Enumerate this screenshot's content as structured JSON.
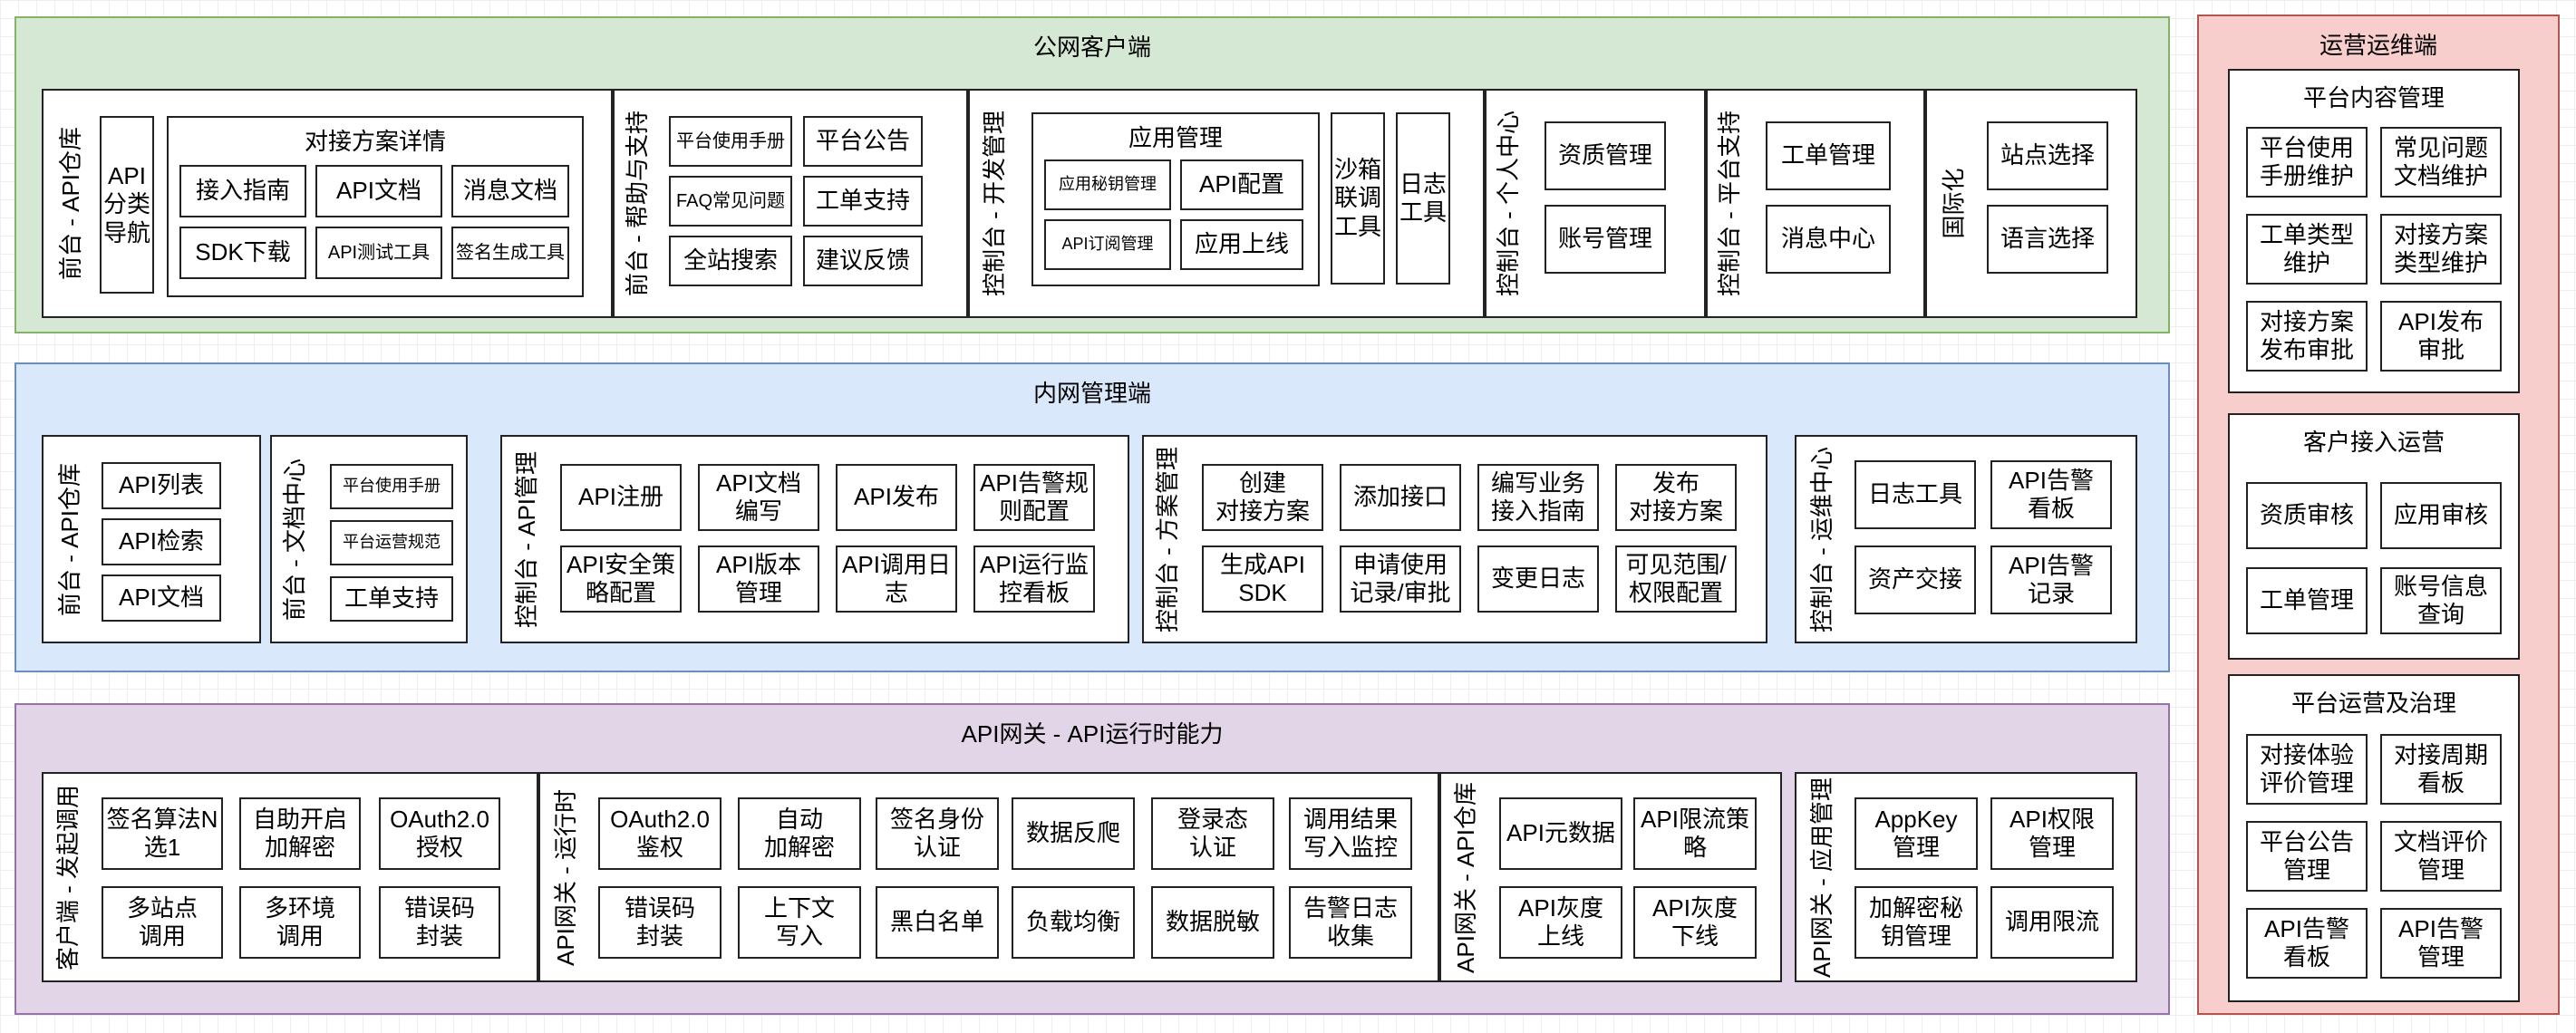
{
  "public": {
    "title": "公网客户端",
    "front_repo": {
      "label": "前台 - API仓库",
      "nav": "API\n分类\n导航",
      "detail_title": "对接方案详情",
      "row1": [
        "接入指南",
        "API文档",
        "消息文档"
      ],
      "row2": [
        "SDK下载",
        "API测试工具",
        "签名生成工具"
      ]
    },
    "front_help": {
      "label": "前台 - 帮助与支持",
      "items": [
        "平台使用手册",
        "平台公告",
        "FAQ常见问题",
        "工单支持",
        "全站搜索",
        "建议反馈"
      ]
    },
    "console_dev": {
      "label": "控制台 - 开发管理",
      "app_title": "应用管理",
      "app_items": [
        "应用秘钥管理",
        "API配置",
        "API订阅管理",
        "应用上线"
      ],
      "sandbox": "沙箱\n联调\n工具",
      "log": "日志\n工具"
    },
    "console_personal": {
      "label": "控制台 - 个人中心",
      "items": [
        "资质管理",
        "账号管理"
      ]
    },
    "console_support": {
      "label": "控制台 - 平台支持",
      "items": [
        "工单管理",
        "消息中心"
      ]
    },
    "intl": {
      "label": "国际化",
      "items": [
        "站点选择",
        "语言选择"
      ]
    }
  },
  "intranet": {
    "title": "内网管理端",
    "front_repo": {
      "label": "前台 - API仓库",
      "items": [
        "API列表",
        "API检索",
        "API文档"
      ]
    },
    "front_doc": {
      "label": "前台 - 文档中心",
      "items": [
        "平台使用手册",
        "平台运营规范",
        "工单支持"
      ]
    },
    "console_api": {
      "label": "控制台 - API管理",
      "items": [
        "API注册",
        "API文档\n编写",
        "API发布",
        "API告警规\n则配置",
        "API安全策\n略配置",
        "API版本\n管理",
        "API调用日\n志",
        "API运行监\n控看板"
      ]
    },
    "console_solution": {
      "label": "控制台 - 方案管理",
      "items": [
        "创建\n对接方案",
        "添加接口",
        "编写业务\n接入指南",
        "发布\n对接方案",
        "生成API\nSDK",
        "申请使用\n记录/审批",
        "变更日志",
        "可见范围/\n权限配置"
      ]
    },
    "console_ops": {
      "label": "控制台 - 运维中心",
      "items": [
        "日志工具",
        "API告警\n看板",
        "资产交接",
        "API告警\n记录"
      ]
    }
  },
  "gateway": {
    "title": "API网关 - API运行时能力",
    "client": {
      "label": "客户端 - 发起调用",
      "items": [
        "签名算法N\n选1",
        "自助开启\n加解密",
        "OAuth2.0\n授权",
        "多站点\n调用",
        "多环境\n调用",
        "错误码\n封装"
      ]
    },
    "runtime": {
      "label": "API网关 - 运行时",
      "items": [
        "OAuth2.0\n鉴权",
        "自动\n加解密",
        "签名身份\n认证",
        "数据反爬",
        "登录态\n认证",
        "调用结果\n写入监控",
        "错误码\n封装",
        "上下文\n写入",
        "黑白名单",
        "负载均衡",
        "数据脱敏",
        "告警日志\n收集"
      ]
    },
    "repo": {
      "label": "API网关 - API仓库",
      "items": [
        "API元数据",
        "API限流策\n略",
        "API灰度\n上线",
        "API灰度\n下线"
      ]
    },
    "app": {
      "label": "API网关 - 应用管理",
      "items": [
        "AppKey\n管理",
        "API权限\n管理",
        "加解密秘\n钥管理",
        "调用限流"
      ]
    }
  },
  "ops": {
    "title": "运营运维端",
    "content": {
      "title": "平台内容管理",
      "items": [
        "平台使用\n手册维护",
        "常见问题\n文档维护",
        "工单类型\n维护",
        "对接方案\n类型维护",
        "对接方案\n发布审批",
        "API发布\n审批"
      ]
    },
    "customer": {
      "title": "客户接入运营",
      "items": [
        "资质审核",
        "应用审核",
        "工单管理",
        "账号信息\n查询"
      ]
    },
    "governance": {
      "title": "平台运营及治理",
      "items": [
        "对接体验\n评价管理",
        "对接周期\n看板",
        "平台公告\n管理",
        "文档评价\n管理",
        "API告警\n看板",
        "API告警\n管理"
      ]
    }
  },
  "colors": {
    "public_bg": "#d5e8d4",
    "public_border": "#82b366",
    "intranet_bg": "#dae8fc",
    "intranet_border": "#6c8ebf",
    "gateway_bg": "#e1d5e7",
    "gateway_border": "#9673a6",
    "ops_bg": "#f8cecc",
    "ops_border": "#b85450"
  }
}
